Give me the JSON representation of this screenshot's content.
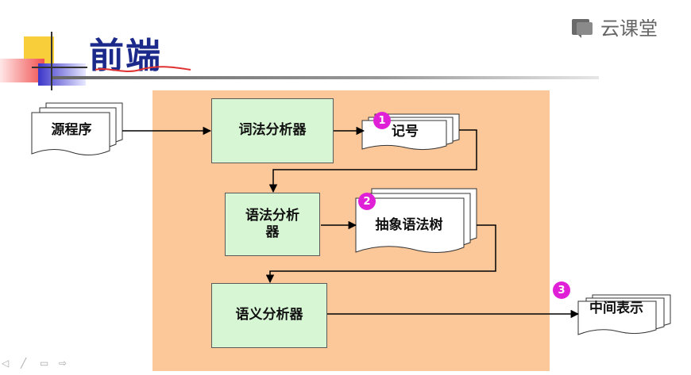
{
  "slide": {
    "title": "前端",
    "brand": "云课堂"
  },
  "diagram": {
    "source": "源程序",
    "lexer": "词法分析器",
    "tokens": "记号",
    "parser": "语法分析器",
    "ast": "抽象语法树",
    "semantic": "语义分析器",
    "ir": "中间表示",
    "badges": [
      "1",
      "2",
      "3"
    ]
  },
  "colors": {
    "panel": "#fcc89a",
    "box": "#d7f6d4",
    "badge": "#e020d6",
    "title": "#1b2a8a"
  }
}
